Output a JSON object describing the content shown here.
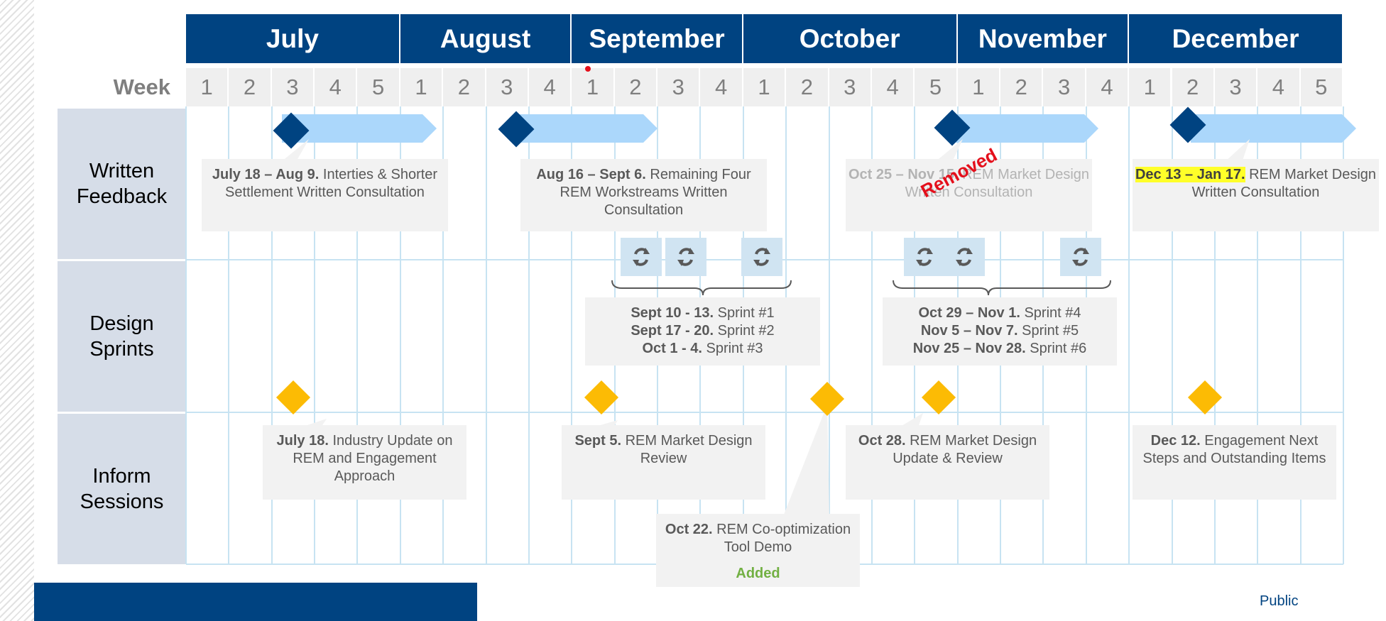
{
  "months": [
    "July",
    "August",
    "September",
    "October",
    "November",
    "December"
  ],
  "week_label": "Week",
  "weeks": [
    "1",
    "2",
    "3",
    "4",
    "5",
    "1",
    "2",
    "3",
    "4",
    "1",
    "2",
    "3",
    "4",
    "1",
    "2",
    "3",
    "4",
    "5",
    "1",
    "2",
    "3",
    "4",
    "1",
    "2",
    "3",
    "4",
    "5"
  ],
  "rows": {
    "written": "Written Feedback",
    "sprints": "Design Sprints",
    "inform": "Inform Sessions"
  },
  "written_feedback": [
    {
      "date": "July 18 – Aug 9.",
      "text": "Interties & Shorter Settlement Written Consultation"
    },
    {
      "date": "Aug 16 – Sept 6.",
      "text": "Remaining Four REM Workstreams Written Consultation"
    },
    {
      "date": "Oct 25 – Nov 15.",
      "text": "REM Market Design Written Consultation",
      "overlay": "Removed"
    },
    {
      "date": "Dec 13 – Jan 17.",
      "text": "REM Market Design Written Consultation"
    }
  ],
  "sprints": [
    {
      "lines": [
        {
          "date": "Sept 10 - 13.",
          "text": "Sprint #1"
        },
        {
          "date": "Sept 17 - 20.",
          "text": "Sprint #2"
        },
        {
          "date": "Oct 1 - 4.",
          "text": "Sprint #3"
        }
      ]
    },
    {
      "lines": [
        {
          "date": "Oct 29 – Nov 1.",
          "text": "Sprint #4"
        },
        {
          "date": "Nov 5 – Nov 7.",
          "text": "Sprint #5"
        },
        {
          "date": "Nov 25 – Nov 28.",
          "text": "Sprint #6"
        }
      ]
    }
  ],
  "inform_sessions": [
    {
      "date": "July 18.",
      "text": "Industry Update on REM and Engagement Approach"
    },
    {
      "date": "Sept 5.",
      "text": "REM Market Design Review"
    },
    {
      "date": "Oct 22.",
      "text": "REM Co-optimization Tool Demo",
      "overlay": "Added"
    },
    {
      "date": "Oct 28.",
      "text": "REM Market Design Update & Review"
    },
    {
      "date": "Dec 12.",
      "text": "Engagement Next Steps and Outstanding Items"
    }
  ],
  "footer": {
    "classification": "Public"
  },
  "colors": {
    "navy": "#004381",
    "light_blue": "#abd7fb",
    "gold": "#fcbb04",
    "removed": "#e40f1b",
    "added": "#72b043",
    "highlight": "#ffff29"
  }
}
